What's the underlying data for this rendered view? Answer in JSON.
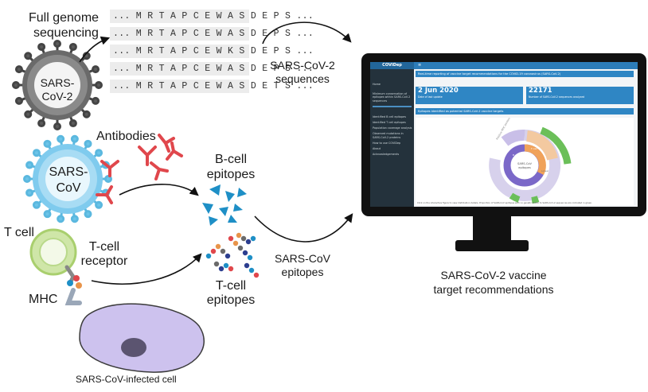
{
  "top_left": {
    "title_line1": "Full genome",
    "title_line2": "sequencing",
    "virus_label_line1": "SARS-",
    "virus_label_line2": "CoV-2",
    "sequences": [
      "... M R T A P C E W A S D E P S ...",
      "... M R T A P C E W A S D E P S ...",
      "... M R T A P C E W K S D E P S ...",
      "... M R T A P C E W A S D E P S ...",
      "... M R T A P C E W A S D E T S ..."
    ]
  },
  "middle_left": {
    "virus_label_line1": "SARS-",
    "virus_label_line2": "CoV",
    "antibodies_label": "Antibodies",
    "bcell_line1": "B-cell",
    "bcell_line2": "epitopes"
  },
  "bottom_left": {
    "tcell_label": "T cell",
    "receptor_line1": "T-cell",
    "receptor_line2": "receptor",
    "mhc_label": "MHC",
    "tcell_epitopes_line1": "T-cell",
    "tcell_epitopes_line2": "epitopes",
    "infected_cell_label": "SARS-CoV-infected cell"
  },
  "arrows": {
    "sars2_seq_line1": "SARS-CoV-2",
    "sars2_seq_line2": "sequences",
    "sarscov_epi_line1": "SARS-CoV",
    "sarscov_epi_line2": "epitopes"
  },
  "monitor": {
    "caption_line1": "SARS-CoV-2 vaccine",
    "caption_line2": "target recommendations",
    "app_name": "COVIDep",
    "menu_icon": "≡",
    "header_bar": "Real-time reporting of vaccine target recommendations for the COVID-19 coronavirus (SARS-CoV-2)",
    "card1_value": "2 Jun 2020",
    "card1_sub": "Date of last update",
    "card2_value": "22171",
    "card2_sub": "Number of SARS-CoV-2 sequences analyzed",
    "section_bar": "Epitopes identified as potential SARS-CoV-2 vaccine targets",
    "sidebar_items": [
      "Home",
      "Minimum conservation of",
      "epitopes within SARS-CoV-2",
      "sequences",
      "Identified B cell epitopes",
      "Identified T cell epitopes",
      "Population coverage analysis",
      "Observed mutations in",
      "SARS-CoV-2 proteins",
      "How to use COVIDep",
      "About",
      "Acknowledgements"
    ],
    "chart_center_line1": "SARS-CoV",
    "chart_center_line2": "epitopes",
    "chart_ring_labels": [
      "Positive MHC binders",
      "B cell",
      "T cell",
      "Linear"
    ],
    "footer_text": "Click on the interactive figure to view distribution details. Proportion of SARS-CoV epitopes with no genetic match to SARS-CoV-2 sequences are indicated in green."
  },
  "colors": {
    "virus_dark": "#5a5a5a",
    "virus_blue": "#6cc4e8",
    "antibody_red": "#e0474c",
    "bcell_blue": "#1e8fc6",
    "tcell_green": "#b9d98a",
    "infected_cell": "#cdc2ee",
    "screen_blue": "#2f86c4",
    "monitor_black": "#111111"
  }
}
